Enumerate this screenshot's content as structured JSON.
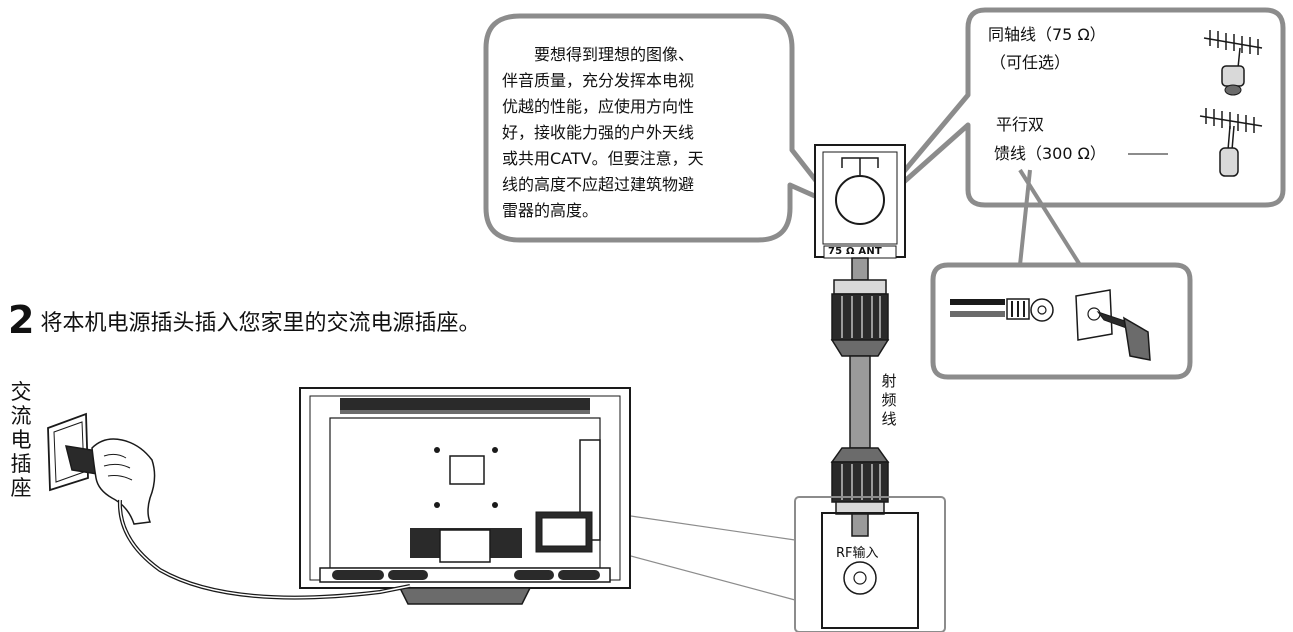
{
  "bubble": {
    "lines": [
      "要想得到理想的图像、",
      "伴音质量，充分发挥本电视",
      "优越的性能，应使用方向性",
      "好，接收能力强的户外天线",
      "或共用CATV。但要注意，天",
      "线的高度不应超过建筑物避",
      "雷器的高度。"
    ]
  },
  "antenna_box": {
    "coax_line1": "同轴线（75 Ω）",
    "coax_line2": "（可任选）",
    "twin_line1": "平行双",
    "twin_line2": "馈线（300 Ω）"
  },
  "wall_plate": {
    "label": "75 Ω ANT"
  },
  "rf_cable": {
    "label_chars": [
      "射",
      "频",
      "线"
    ]
  },
  "rf_input": {
    "label": "RF输入"
  },
  "step": {
    "number": "2",
    "text": "将本机电源插头插入您家里的交流电源插座。"
  },
  "outlet": {
    "label_chars": [
      "交",
      "流",
      "电",
      "插",
      "座"
    ]
  },
  "colors": {
    "line": "#1a1a1a",
    "frame": "#8c8c8c",
    "fill_dark": "#2a2a2a",
    "fill_mid": "#6b6b6b",
    "fill_light": "#d9d9d9"
  }
}
